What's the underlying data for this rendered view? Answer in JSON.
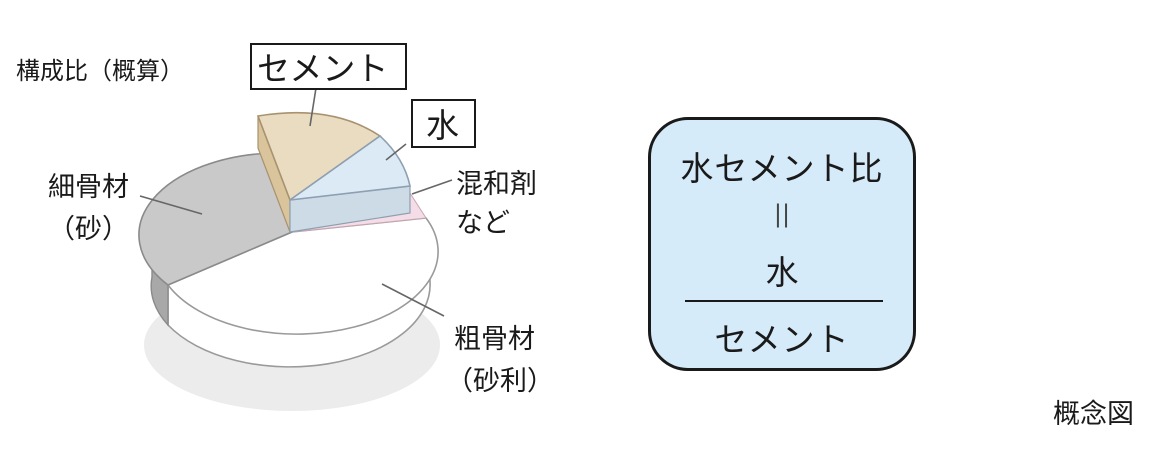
{
  "chart_data": {
    "type": "pie",
    "title": "構成比（概算）",
    "slices": [
      {
        "label": "セメント",
        "color": "#eadcc0"
      },
      {
        "label": "水",
        "color": "#dceaf6"
      },
      {
        "label": "混和剤\nなど",
        "color": "#f4dde6"
      },
      {
        "label": "細骨材\n（砂）",
        "color": "#c9c9c9"
      },
      {
        "label": "粗骨材\n（砂利）",
        "color": "#ffffff"
      }
    ]
  },
  "formula": {
    "top": "水セメント比",
    "equals": "||",
    "numerator": "水",
    "denominator": "セメント"
  },
  "caption": "概念図"
}
